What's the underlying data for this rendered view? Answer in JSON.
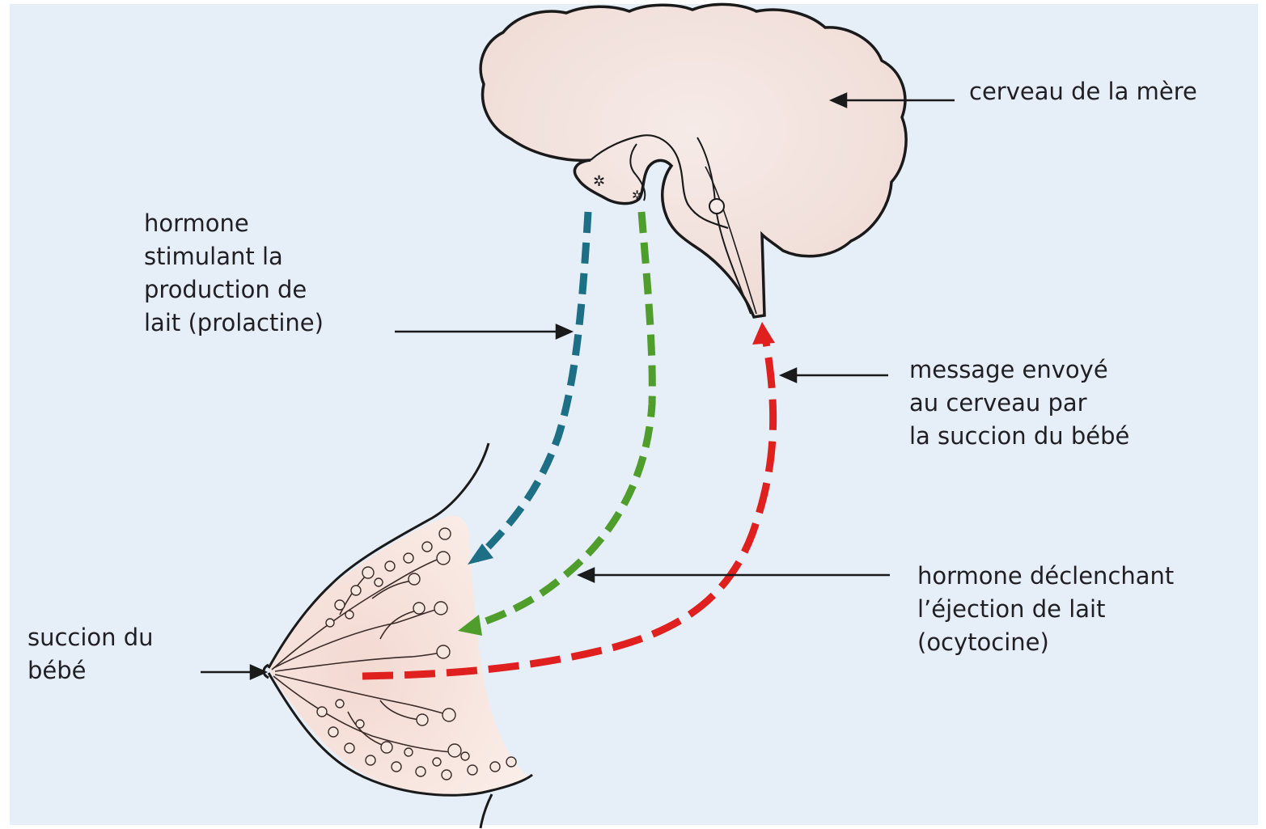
{
  "labels": {
    "brain": [
      "cerveau de la mère"
    ],
    "prolactin": [
      "hormone",
      "stimulant la",
      "production de",
      "lait (prolactine)"
    ],
    "message": [
      "message envoyé",
      "au cerveau par",
      "la succion du bébé"
    ],
    "ocytocin": [
      "hormone déclenchant",
      "l’éjection de lait",
      "(ocytocine)"
    ],
    "suckling": [
      "succion du",
      "bébé"
    ]
  },
  "colors": {
    "background": "#e6eef8",
    "brain_fill": "#f3e2dd",
    "breast_fill": "#f1d6cf",
    "outline": "#1a1a1a",
    "prolactin_arrow": "#1c6f84",
    "ocytocin_arrow": "#4f9e2c",
    "message_arrow": "#e0201e"
  }
}
